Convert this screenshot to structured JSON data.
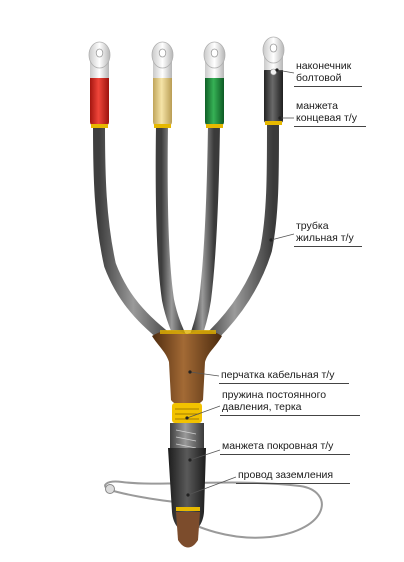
{
  "colors": {
    "phase1": "#d8281f",
    "phase2": "#e7cf86",
    "phase3": "#1e8b3c",
    "phase4": "#555555",
    "cable_sheath": "#7a7a7a",
    "glove": "#7b4a1f",
    "band": "#f2c200"
  },
  "labels": {
    "lug": [
      "наконечник",
      "болтовой"
    ],
    "end_sleeve": [
      "манжета",
      "концевая т/у"
    ],
    "tube": [
      "трубка",
      "жильная т/у"
    ],
    "glove": "перчатка кабельная т/у",
    "spring": [
      "пружина постоянного",
      "давления, терка"
    ],
    "cover_sleeve": "манжета покровная т/у",
    "ground": "провод заземления"
  }
}
